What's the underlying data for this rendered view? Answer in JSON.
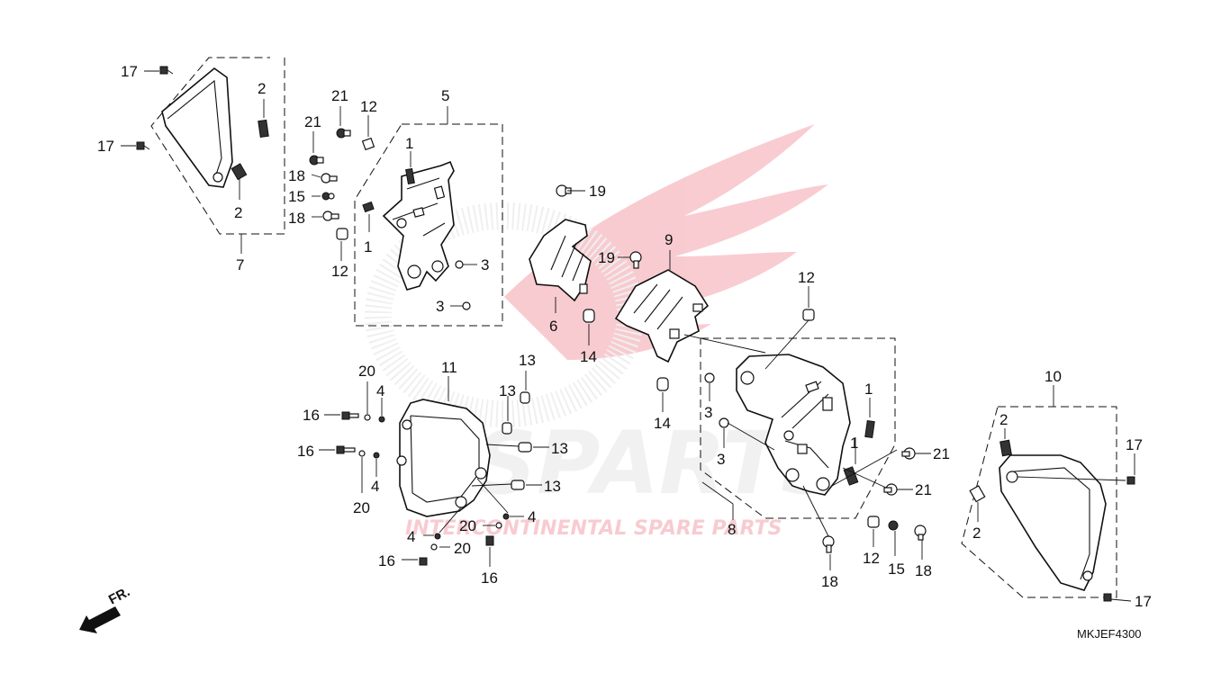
{
  "diagram_code": "MKJEF4300",
  "front_marker": "FR.",
  "watermark": {
    "brand": "CSPARTS",
    "tagline": "INTERCONTINENTAL SPARE PARTS",
    "color": "#e8495a"
  },
  "callouts": {
    "c17a": "17",
    "c17b": "17",
    "c2a": "2",
    "c2b": "2",
    "c7": "7",
    "c21a": "21",
    "c21b": "21",
    "c12a": "12",
    "c18a": "18",
    "c15a": "15",
    "c18b": "18",
    "c12b": "12",
    "c5": "5",
    "c1a": "1",
    "c1b": "1",
    "c3a": "3",
    "c3b": "3",
    "c19a": "19",
    "c19b": "19",
    "c6": "6",
    "c14a": "14",
    "c9": "9",
    "c14b": "14",
    "c12c": "12",
    "c20a": "20",
    "c4a": "4",
    "c11": "11",
    "c13a": "13",
    "c13b": "13",
    "c16a": "16",
    "c13c": "13",
    "c16b": "16",
    "c20b": "20",
    "c4b": "4",
    "c13d": "13",
    "c20c": "20",
    "c4c": "4",
    "c4d": "4",
    "c20d": "20",
    "c16c": "16",
    "c16d": "16",
    "c3c": "3",
    "c3d": "3",
    "c1c": "1",
    "c1d": "1",
    "c21c": "21",
    "c21d": "21",
    "c8": "8",
    "c18c": "18",
    "c12d": "12",
    "c15b": "15",
    "c18d": "18",
    "c10": "10",
    "c2c": "2",
    "c2d": "2",
    "c17c": "17",
    "c17d": "17"
  }
}
